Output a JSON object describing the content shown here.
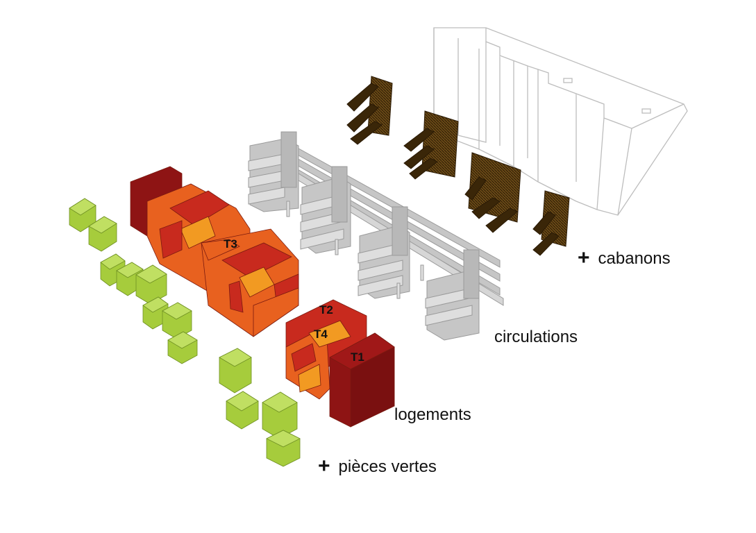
{
  "labels": {
    "cabanons": {
      "prefix": "+",
      "text": "cabanons"
    },
    "circulations": {
      "text": "circulations"
    },
    "logements": {
      "text": "logements"
    },
    "pieces_vertes": {
      "prefix": "+",
      "text": "pièces vertes"
    }
  },
  "unit_tags": {
    "t1": "T1",
    "t2": "T2",
    "t3": "T3",
    "t4": "T4"
  },
  "colors": {
    "pieces_vertes": "#a6cc3c",
    "logements_dark_red": "#8e1414",
    "logements_red": "#c82a1e",
    "logements_orange": "#e8611f",
    "logements_light_orange": "#f29a22",
    "circulations": "#c6c6c6",
    "cabanons": "#5a3e12",
    "existing_building_outline": "#bdbdbd"
  }
}
